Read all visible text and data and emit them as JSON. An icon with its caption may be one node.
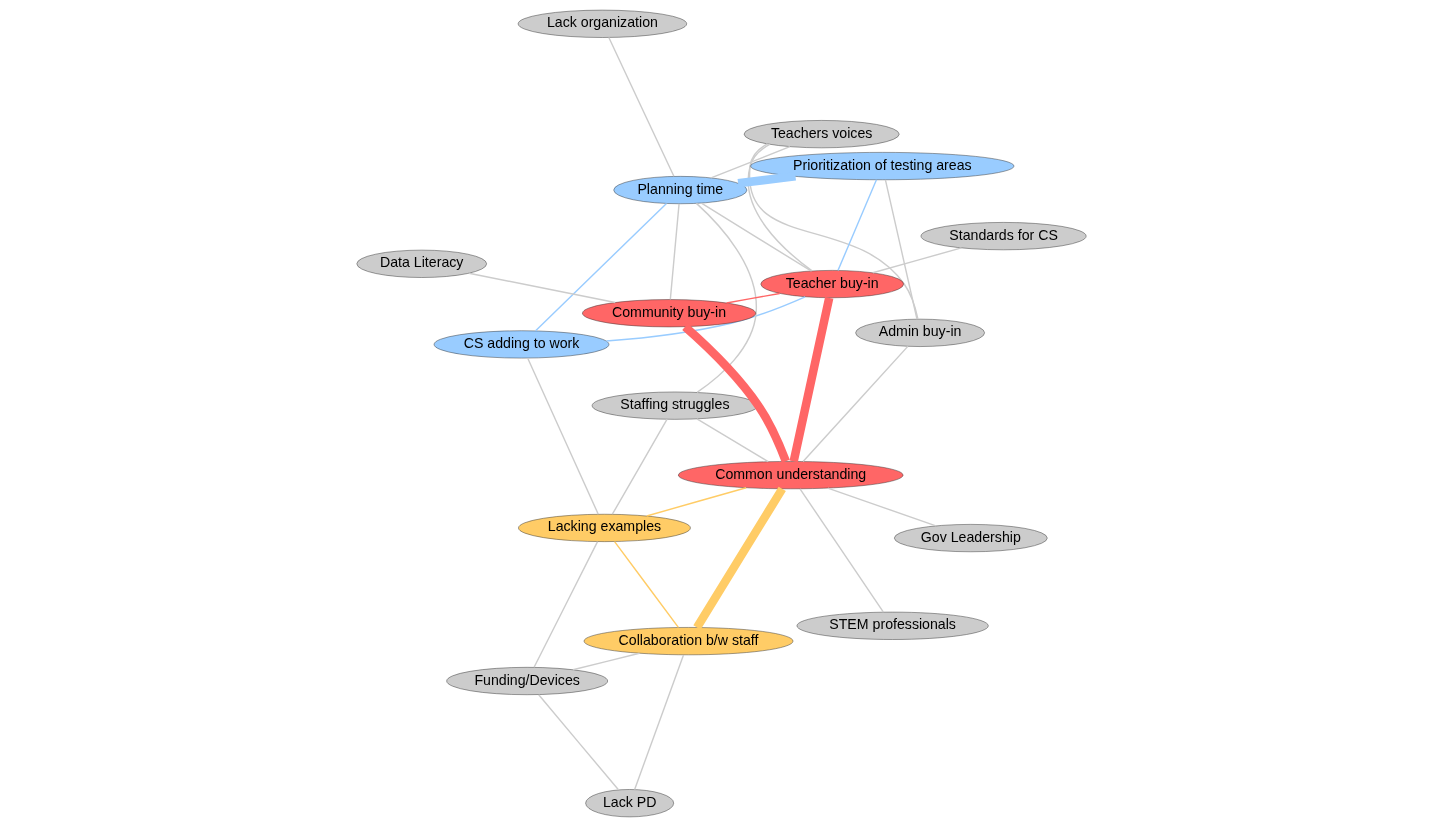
{
  "diagram": {
    "nodes": [
      {
        "text": [
          "Teachers voices"
        ]
      },
      {
        "text": [
          "Staffing struggles"
        ]
      },
      {
        "text": [
          "Lacking examples"
        ]
      },
      {
        "text": [
          "Lack organization"
        ]
      },
      {
        "text": [
          "CS adding to work"
        ]
      },
      {
        "text": [
          "Planning time"
        ]
      },
      {
        "text": [
          "Funding/Devices"
        ]
      },
      {
        "text": [
          "Admin buy-in"
        ]
      },
      {
        "text": [
          "Collaboration b/w staff"
        ]
      },
      {
        "text": [
          "Prioritization of testing areas"
        ]
      },
      {
        "text": [
          "Lack PD"
        ]
      },
      {
        "text": [
          "Teacher buy-in"
        ]
      },
      {
        "text": [
          "Common understanding"
        ]
      },
      {
        "text": [
          "Standards for CS"
        ]
      },
      {
        "text": [
          "Community buy-in"
        ]
      },
      {
        "text": [
          "STEM professionals"
        ]
      },
      {
        "text": [
          "Gov Leadership"
        ]
      },
      {
        "text": [
          "Data Literacy"
        ]
      }
    ],
    "edges": [
      {
        "from": 0,
        "to": 5,
        "arrow": "none"
      },
      {
        "from": 0,
        "to": 7,
        "arrow": "none"
      },
      {
        "from": 0,
        "to": 11,
        "arrow": "none"
      },
      {
        "from": 5,
        "to": 1,
        "arrow": "none"
      },
      {
        "from": 1,
        "to": 2,
        "arrow": "none"
      },
      {
        "from": 1,
        "to": 12,
        "arrow": "none"
      },
      {
        "from": 4,
        "to": 2,
        "arrow": "none"
      },
      {
        "from": 3,
        "to": 5,
        "arrow": "none"
      },
      {
        "from": 5,
        "to": 4,
        "arrow": "none",
        "color": "#99ccff"
      },
      {
        "from": 5,
        "to": 9,
        "arrow": "none",
        "color": "#99ccff",
        "style": "thick"
      },
      {
        "from": 5,
        "to": 11,
        "arrow": "none"
      },
      {
        "from": 5,
        "to": 14,
        "arrow": "none"
      },
      {
        "from": 9,
        "to": 11,
        "arrow": "none",
        "color": "#99ccff"
      },
      {
        "from": 9,
        "to": 7,
        "arrow": "none"
      },
      {
        "from": 4,
        "to": 11,
        "arrow": "none",
        "color": "#99ccff"
      },
      {
        "from": 7,
        "to": 12,
        "arrow": "none"
      },
      {
        "from": 2,
        "to": 8,
        "arrow": "none",
        "color": "#ffcc66"
      },
      {
        "from": 2,
        "to": 12,
        "arrow": "none",
        "color": "#ffcc66"
      },
      {
        "from": 2,
        "to": 6,
        "arrow": "none"
      },
      {
        "from": 6,
        "to": 8,
        "arrow": "none"
      },
      {
        "from": 6,
        "to": 10,
        "arrow": "none"
      },
      {
        "from": 8,
        "to": 10,
        "arrow": "none"
      },
      {
        "from": 8,
        "to": 12,
        "arrow": "none",
        "color": "#ffcc66",
        "style": "thick"
      },
      {
        "from": 11,
        "to": 12,
        "arrow": "none",
        "color": "#ff6666",
        "style": "thick"
      },
      {
        "from": 11,
        "to": 14,
        "arrow": "none",
        "color": "#ff6666"
      },
      {
        "from": 11,
        "to": 13,
        "arrow": "none"
      },
      {
        "from": 14,
        "to": 12,
        "arrow": "none",
        "color": "#ff6666",
        "style": "thick"
      },
      {
        "from": 14,
        "to": 17,
        "arrow": "none"
      },
      {
        "from": 12,
        "to": 15,
        "arrow": "none"
      },
      {
        "from": 12,
        "to": 16,
        "arrow": "none"
      }
    ]
  }
}
